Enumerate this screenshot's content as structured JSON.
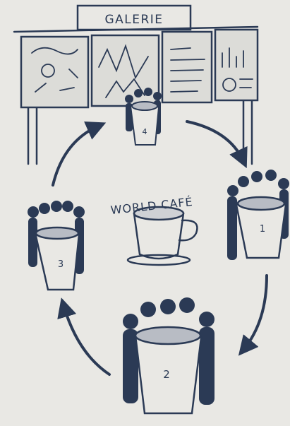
{
  "board": {
    "title": "GALERIE"
  },
  "center": {
    "title": "WORLD CAFÉ"
  },
  "tables": [
    {
      "label": "1"
    },
    {
      "label": "2"
    },
    {
      "label": "3"
    },
    {
      "label": "4"
    }
  ],
  "colors": {
    "ink": "#2b3a55",
    "paper": "#e9e8e4",
    "shade": "#b8bcc4"
  }
}
